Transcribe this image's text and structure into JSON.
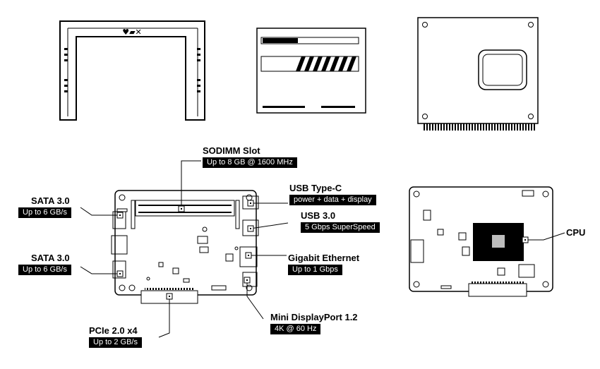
{
  "callouts": {
    "sodimm": {
      "title": "SODIMM Slot",
      "detail": "Up to 8 GB @ 1600 MHz"
    },
    "sata_top": {
      "title": "SATA 3.0",
      "detail": "Up to 6 GB/s"
    },
    "sata_bottom": {
      "title": "SATA 3.0",
      "detail": "Up to 6 GB/s"
    },
    "usb_c": {
      "title": "USB Type-C",
      "detail": "power + data + display"
    },
    "usb3": {
      "title": "USB 3.0",
      "detail": "5 Gbps SuperSpeed"
    },
    "ethernet": {
      "title": "Gigabit Ethernet",
      "detail": "Up to 1 Gbps"
    },
    "pcie": {
      "title": "PCIe 2.0 x4",
      "detail": "Up to 2 GB/s"
    },
    "displayport": {
      "title": "Mini DisplayPort 1.2",
      "detail": "4K @ 60 Hz"
    },
    "cpu": {
      "title": "CPU"
    }
  },
  "logo_symbols": "♥▰✕",
  "colors": {
    "ink": "#000000",
    "paper": "#ffffff",
    "cpu_die": "#bdbdbd"
  }
}
